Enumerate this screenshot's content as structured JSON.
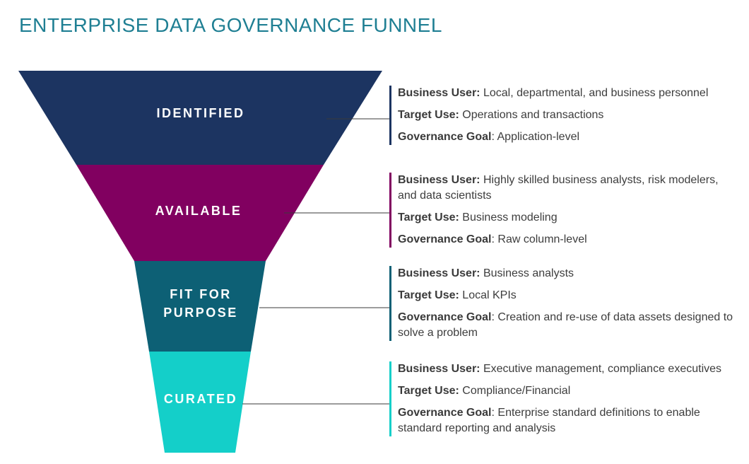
{
  "title": "ENTERPRISE DATA GOVERNANCE FUNNEL",
  "colors": {
    "title": "#1f7f93",
    "identified": "#1c3461",
    "available": "#810060",
    "fit_for_purpose": "#0d6075",
    "curated": "#14cfc9",
    "connector": "#3a3a3a"
  },
  "stages": [
    {
      "label_lines": [
        "IDENTIFIED"
      ],
      "business_user_key": "Business User:",
      "business_user": "Local, departmental, and business personnel",
      "target_use_key": "Target Use:",
      "target_use": "Operations and transactions",
      "governance_goal_key": "Governance Goal",
      "governance_goal": ": Application-level"
    },
    {
      "label_lines": [
        "AVAILABLE"
      ],
      "business_user_key": "Business User:",
      "business_user": "Highly skilled business analysts, risk modelers, and data scientists",
      "target_use_key": "Target Use:",
      "target_use": "Business modeling",
      "governance_goal_key": "Governance Goal",
      "governance_goal": ": Raw column-level"
    },
    {
      "label_lines": [
        "FIT FOR",
        "PURPOSE"
      ],
      "business_user_key": "Business User:",
      "business_user": "Business analysts",
      "target_use_key": "Target Use:",
      "target_use": "Local KPIs",
      "governance_goal_key": "Governance Goal",
      "governance_goal": ": Creation and re-use of data assets designed to solve a problem"
    },
    {
      "label_lines": [
        "CURATED"
      ],
      "business_user_key": "Business User:",
      "business_user": "Executive management, compliance executives",
      "target_use_key": "Target Use:",
      "target_use": "Compliance/Financial",
      "governance_goal_key": "Governance Goal",
      "governance_goal": ": Enterprise standard definitions to enable standard reporting and analysis"
    }
  ]
}
